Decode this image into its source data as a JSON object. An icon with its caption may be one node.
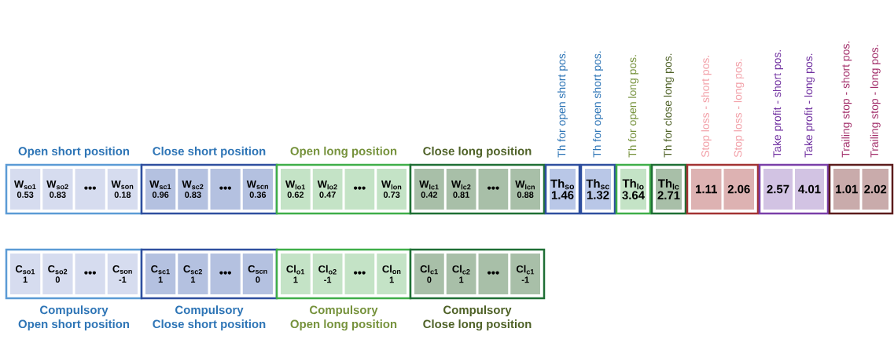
{
  "diagram": {
    "nodes": [
      {
        "text": [
          "Open short position"
        ]
      },
      {
        "text": [
          "W$_{so1}$",
          "0.53"
        ],
        "in": 0
      },
      {
        "text": [
          "W$_{so2}$",
          "0.83"
        ],
        "in": 0
      },
      {
        "text": [
          "•••"
        ],
        "in": 0
      },
      {
        "text": [
          "W$_{son}$",
          "0.18"
        ],
        "in": 0
      },
      {
        "text": [
          "Close short position"
        ]
      },
      {
        "text": [
          "W$_{sc1}$",
          "0.96"
        ],
        "in": 5
      },
      {
        "text": [
          "W$_{sc2}$",
          "0.83"
        ],
        "in": 5
      },
      {
        "text": [
          "•••"
        ],
        "in": 5
      },
      {
        "text": [
          "W$_{scn}$",
          "0.36"
        ],
        "in": 5
      },
      {
        "text": [
          "Open long position"
        ]
      },
      {
        "text": [
          "W$_{lo1}$",
          "0.62"
        ],
        "in": 10
      },
      {
        "text": [
          "W$_{lo2}$",
          "0.47"
        ],
        "in": 10
      },
      {
        "text": [
          "•••"
        ],
        "in": 10
      },
      {
        "text": [
          "W$_{lon}$",
          "0.73"
        ],
        "in": 10
      },
      {
        "text": [
          "Close long position"
        ]
      },
      {
        "text": [
          "W$_{lc1}$",
          "0.42"
        ],
        "in": 15
      },
      {
        "text": [
          "W$_{lc2}$",
          "0.81"
        ],
        "in": 15
      },
      {
        "text": [
          "•••"
        ],
        "in": 15
      },
      {
        "text": [
          "W$_{lcn}$",
          "0.88"
        ],
        "in": 15
      },
      {
        "text": [
          "Th$_{so}$",
          "1.46"
        ],
        "beside": [
          "Th for open short pos."
        ]
      },
      {
        "text": [
          "Th$_{sc}$",
          "1.32"
        ],
        "beside": [
          "Th for open short pos."
        ]
      },
      {
        "text": [
          "Th$_{lo}$",
          "3.64"
        ],
        "beside": [
          "Th for open long pos."
        ]
      },
      {
        "text": [
          "Th$_{lc}$",
          "2.71"
        ],
        "beside": [
          "Th for close long pos."
        ]
      },
      {
        "text": [],
        "shape": "box"
      },
      {
        "text": [
          "1.11"
        ],
        "in": 24,
        "beside": [
          "Stop loss - short pos."
        ]
      },
      {
        "text": [
          "2.06"
        ],
        "in": 24,
        "beside": [
          "Stop loss - long pos."
        ]
      },
      {
        "text": [],
        "shape": "box"
      },
      {
        "text": [
          "2.57"
        ],
        "in": 27,
        "beside": [
          "Take profit - short pos."
        ]
      },
      {
        "text": [
          "4.01"
        ],
        "in": 27,
        "beside": [
          "Take profit - long pos."
        ]
      },
      {
        "text": [],
        "shape": "box"
      },
      {
        "text": [
          "1.01"
        ],
        "in": 30,
        "beside": [
          "Trailing stop - short pos."
        ]
      },
      {
        "text": [
          "2.02"
        ],
        "in": 30,
        "beside": [
          "Trailing stop - long pos."
        ]
      },
      {
        "text": [
          "Compulsory",
          "Open short position"
        ]
      },
      {
        "text": [
          "C$_{so1}$",
          "1"
        ],
        "in": 33
      },
      {
        "text": [
          "C$_{so2}$",
          "0"
        ],
        "in": 33
      },
      {
        "text": [
          "•••"
        ],
        "in": 33
      },
      {
        "text": [
          "C$_{son}$",
          "-1"
        ],
        "in": 33
      },
      {
        "text": [
          "Compulsory",
          "Close short position"
        ]
      },
      {
        "text": [
          "C$_{sc1}$",
          "1"
        ],
        "in": 38
      },
      {
        "text": [
          "C$_{sc2}$",
          "1"
        ],
        "in": 38
      },
      {
        "text": [
          "•••"
        ],
        "in": 38
      },
      {
        "text": [
          "C$_{scn}$",
          "0"
        ],
        "in": 38
      },
      {
        "text": [
          "Compulsory",
          "Open long position"
        ]
      },
      {
        "text": [
          "Cl$_{o1}$",
          "1"
        ],
        "in": 43
      },
      {
        "text": [
          "Cl$_{o2}$",
          "-1"
        ],
        "in": 43
      },
      {
        "text": [
          "•••"
        ],
        "in": 43
      },
      {
        "text": [
          "Cl$_{on}$",
          "1"
        ],
        "in": 43
      },
      {
        "text": [
          "Compulsory",
          "Close long position"
        ]
      },
      {
        "text": [
          "Cl$_{c1}$",
          "0"
        ],
        "in": 48
      },
      {
        "text": [
          "Cl$_{c2}$",
          "1"
        ],
        "in": 48
      },
      {
        "text": [
          "•••"
        ],
        "in": 48
      },
      {
        "text": [
          "Cl$_{c1}$",
          "-1"
        ],
        "in": 48
      }
    ]
  }
}
